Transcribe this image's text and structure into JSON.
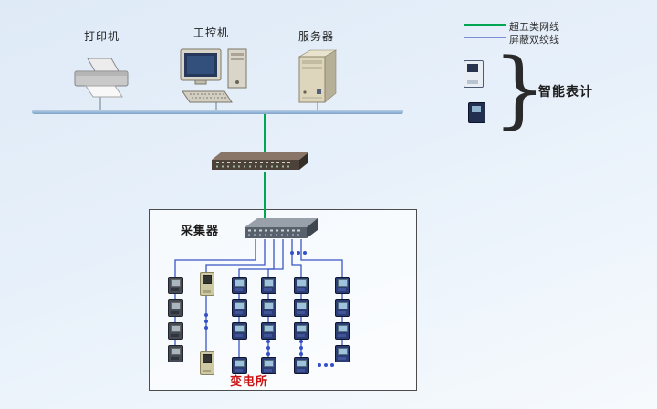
{
  "devices": {
    "printer_label": "打印机",
    "ipc_label": "工控机",
    "server_label": "服务器"
  },
  "legend": {
    "cat5_label": "超五类网线",
    "cat5_color": "#00a651",
    "stp_label": "屏蔽双绞线",
    "stp_color": "#3a56c4"
  },
  "smart_meter": {
    "label": "智能表计",
    "brace": "}"
  },
  "substation": {
    "collector_label": "采集器",
    "name_label": "变电所",
    "name_color": "#cc1111"
  }
}
